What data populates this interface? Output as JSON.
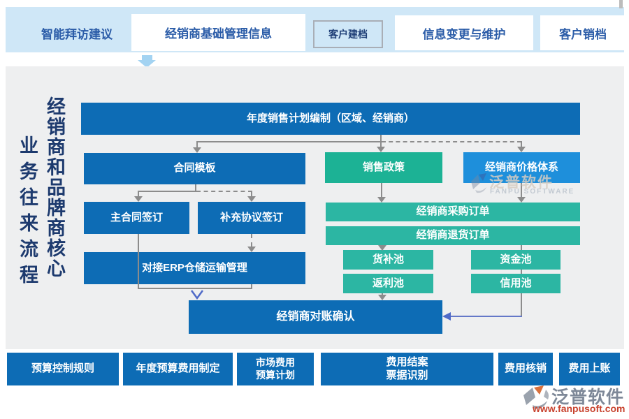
{
  "header": {
    "items": [
      {
        "label": "智能拜访建议"
      },
      {
        "label": "经销商基础管理信息"
      },
      {
        "label": "客户建档"
      },
      {
        "label": "信息变更与维护"
      },
      {
        "label": "客户销档"
      }
    ]
  },
  "sidebar_title": {
    "line1": "经销商和品牌商核心",
    "line2": "业务往来流程"
  },
  "flow": {
    "annual_plan": "年度销售计划编制（区域、经销商）",
    "contract_template": "合同模板",
    "sales_policy": "销售政策",
    "price_system": "经销商价格体系",
    "master_contract": "主合同签订",
    "supplement_agreement": "补充协议签订",
    "erp_link": "对接ERP仓储运输管理",
    "purchase_order": "经销商采购订单",
    "return_order": "经销商退货订单",
    "goods_pool": "货补池",
    "rebate_pool": "返利池",
    "fund_pool": "资金池",
    "credit_pool": "信用池",
    "reconciliation": "经销商对账确认"
  },
  "bottom": {
    "items": [
      {
        "label": "预算控制规则"
      },
      {
        "label": "年度预算费用制定"
      },
      {
        "label": "市场费用\n预算计划"
      },
      {
        "label": "费用结案\n票据识别"
      },
      {
        "label": "费用核销"
      },
      {
        "label": "费用上账"
      }
    ]
  },
  "watermark": {
    "cn": "泛普软件",
    "en": "FANPU SOFTWARE"
  },
  "logo": {
    "name": "泛普软件",
    "url": "www.fanpusoft.com"
  },
  "colors": {
    "primary_blue": "#0d6cb5",
    "bright_blue": "#1e8fdb",
    "teal_green": "#1cb295",
    "teal": "#2cb6a3",
    "header_band": "#cfe7f7",
    "tab_text": "#2b5ca8",
    "title_navy": "#1d3a6e",
    "connector_gray": "#8c8c8c",
    "arrow_blue": "#4f6ac8",
    "logo_red": "#c8432f",
    "logo_gray": "#7e8898"
  }
}
